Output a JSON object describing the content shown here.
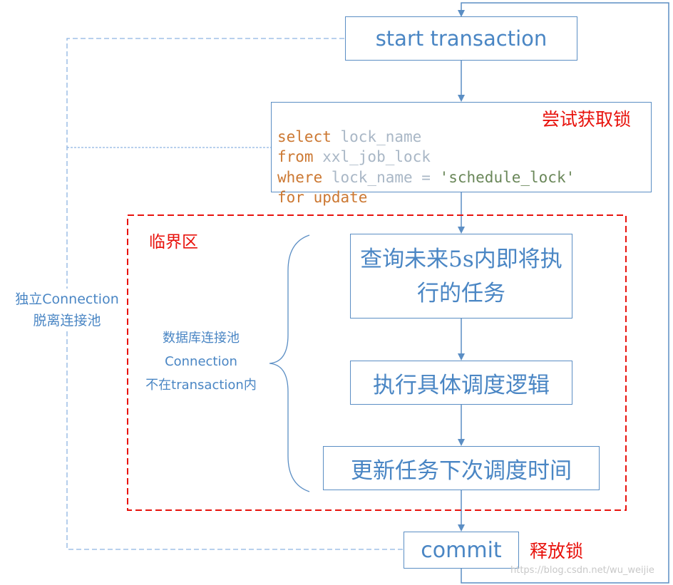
{
  "steps": {
    "start": "start transaction",
    "query_task": "查询未来5s内即将执行的任务",
    "execute": "执行具体调度逻辑",
    "update": "更新任务下次调度时间",
    "commit": "commit"
  },
  "sql": {
    "l1_kw": "select",
    "l1_rest": " lock_name",
    "l2_kw": "from",
    "l2_rest": " xxl_job_lock",
    "l3_kw": "where",
    "l3_id": " lock_name",
    "l3_op": " = ",
    "l3_str": "'schedule_lock'",
    "l4_kw": "for update"
  },
  "annotations": {
    "acquire_lock": "尝试获取锁",
    "critical_section": "临界区",
    "release_lock": "释放锁",
    "independent_conn_line1": "独立Connection",
    "independent_conn_line2": "脱离连接池",
    "pool_conn_line1": "数据库连接池",
    "pool_conn_line2": "Connection",
    "pool_conn_line3": "不在transaction内"
  },
  "watermark": "https://blog.csdn.net/wu_weijie",
  "colors": {
    "accent_blue": "#5b8ec4",
    "text_blue": "#4a86c4",
    "red": "#e8120c",
    "dashed_blue": "#8db4e2"
  }
}
